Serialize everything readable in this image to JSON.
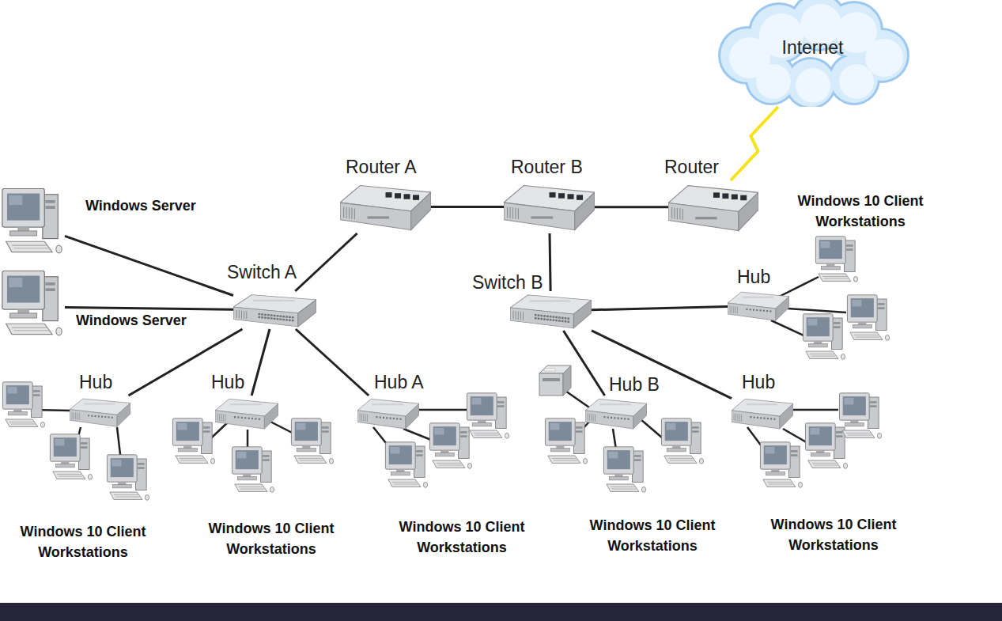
{
  "diagram": {
    "nodes": [
      {
        "text": [
          "Internet"
        ]
      },
      {
        "text": [
          "Router A"
        ]
      },
      {
        "text": [
          "Router B"
        ]
      },
      {
        "text": [
          "Router"
        ]
      },
      {
        "text": [
          "Windows Server"
        ]
      },
      {
        "text": [
          "Switch A"
        ]
      },
      {
        "text": [
          "Switch B"
        ]
      },
      {
        "text": [
          "Hub"
        ]
      },
      {
        "text": [
          "Windows Server"
        ]
      },
      {
        "text": [
          "Hub"
        ]
      },
      {
        "text": [
          "Hub"
        ]
      },
      {
        "text": [
          "Hub A"
        ]
      },
      {
        "text": [
          "Hub B"
        ]
      },
      {
        "text": [
          "Hub"
        ]
      }
    ],
    "edges": [
      {
        "from": 1,
        "to": 2,
        "arrow": "none"
      },
      {
        "from": 2,
        "to": 3,
        "arrow": "none"
      },
      {
        "from": 3,
        "to": 0,
        "arrow": "none"
      },
      {
        "from": 1,
        "to": 5,
        "arrow": "none"
      },
      {
        "from": 2,
        "to": 6,
        "arrow": "none"
      },
      {
        "from": 5,
        "to": 4,
        "arrow": "none"
      },
      {
        "from": 5,
        "to": 8,
        "arrow": "none"
      },
      {
        "from": 5,
        "to": 9,
        "arrow": "none"
      },
      {
        "from": 5,
        "to": 10,
        "arrow": "none"
      },
      {
        "from": 5,
        "to": 11,
        "arrow": "none"
      },
      {
        "from": 6,
        "to": 7,
        "arrow": "none"
      },
      {
        "from": 6,
        "to": 12,
        "arrow": "none"
      },
      {
        "from": 6,
        "to": 13,
        "arrow": "none"
      }
    ],
    "labels": [
      "Windows 10 Client Workstations",
      "Windows 10 Client Workstations",
      "Windows 10 Client Workstations",
      "Windows 10 Client Workstations",
      "Windows 10 Client Workstations",
      "Windows 10 Client Workstations"
    ]
  }
}
